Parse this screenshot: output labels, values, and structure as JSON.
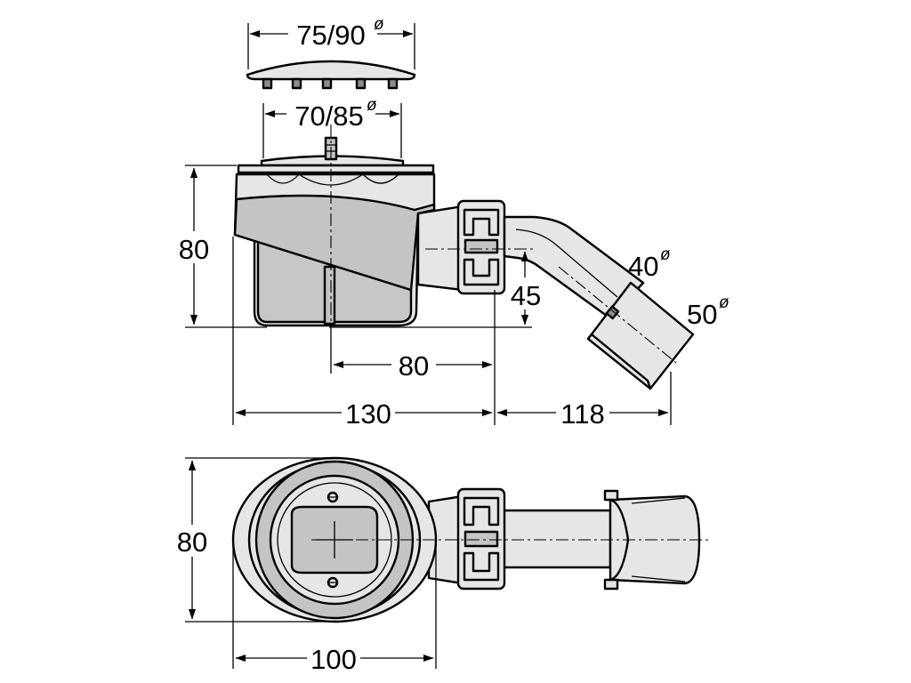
{
  "labels": {
    "cover_diameter": "75/90",
    "grate_diameter": "70/85",
    "height_side": "80",
    "outlet_height": "45",
    "outlet_offset": "80",
    "body_length": "130",
    "pipe_length": "118",
    "pipe_inner": "40",
    "pipe_outer": "50",
    "height_top": "80",
    "body_width": "100",
    "diameter_symbol": "ø"
  }
}
